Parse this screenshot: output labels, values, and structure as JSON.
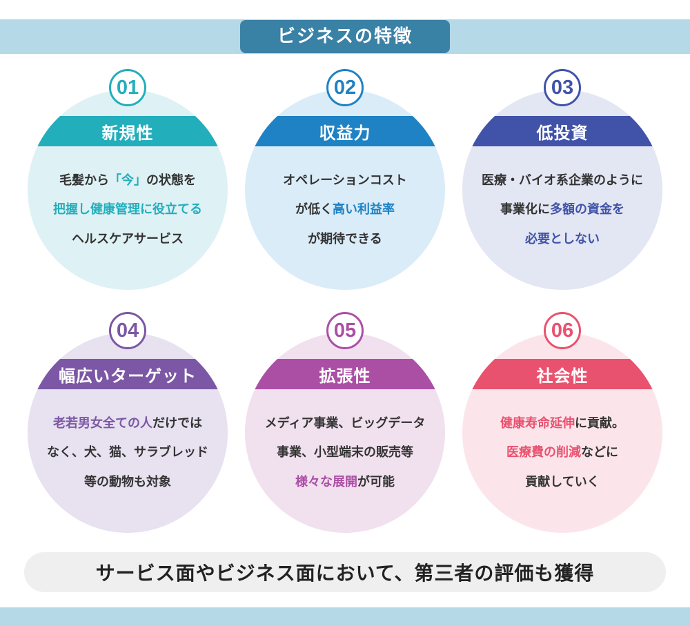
{
  "header": {
    "title": "ビジネスの特徴"
  },
  "colors": {
    "strip": "#b6d9e7",
    "title_box": "#3a81a6",
    "footer_bg": "#efefef",
    "text_dark": "#333333"
  },
  "cards": [
    {
      "number": "01",
      "title": "新規性",
      "color": "#23aebc",
      "bg": "#def1f4",
      "lines": [
        [
          {
            "t": "毛髪から",
            "a": false
          },
          {
            "t": "「今」",
            "a": true
          },
          {
            "t": "の状態を",
            "a": false
          }
        ],
        [
          {
            "t": "把握し健康管理に役立てる",
            "a": true
          }
        ],
        [
          {
            "t": "ヘルスケアサービス",
            "a": false
          }
        ]
      ]
    },
    {
      "number": "02",
      "title": "収益力",
      "color": "#1e82c4",
      "bg": "#daecf8",
      "lines": [
        [
          {
            "t": "オペレーションコスト",
            "a": false
          }
        ],
        [
          {
            "t": "が低く",
            "a": false
          },
          {
            "t": "高い利益率",
            "a": true
          }
        ],
        [
          {
            "t": "が期待できる",
            "a": false
          }
        ]
      ]
    },
    {
      "number": "03",
      "title": "低投資",
      "color": "#4053a8",
      "bg": "#e3e6f3",
      "lines": [
        [
          {
            "t": "医療・バイオ系企業のように",
            "a": false
          }
        ],
        [
          {
            "t": "事業化に",
            "a": false
          },
          {
            "t": "多額の資金を",
            "a": true
          }
        ],
        [
          {
            "t": "必要としない",
            "a": true
          }
        ]
      ]
    },
    {
      "number": "04",
      "title": "幅広いターゲット",
      "color": "#7c57a5",
      "bg": "#e7e1f0",
      "lines": [
        [
          {
            "t": "老若男女全ての人",
            "a": true
          },
          {
            "t": "だけでは",
            "a": false
          }
        ],
        [
          {
            "t": "なく、犬、猫、サラブレッド",
            "a": false
          }
        ],
        [
          {
            "t": "等の動物も対象",
            "a": false
          }
        ]
      ]
    },
    {
      "number": "05",
      "title": "拡張性",
      "color": "#ab4fa5",
      "bg": "#f1e1ee",
      "lines": [
        [
          {
            "t": "メディア事業、ビッグデータ",
            "a": false
          }
        ],
        [
          {
            "t": "事業、小型端末の販売等",
            "a": false
          }
        ],
        [
          {
            "t": "様々な展開",
            "a": true
          },
          {
            "t": "が可能",
            "a": false
          }
        ]
      ]
    },
    {
      "number": "06",
      "title": "社会性",
      "color": "#e9526f",
      "bg": "#fbe5eb",
      "lines": [
        [
          {
            "t": "健康寿命延伸",
            "a": true
          },
          {
            "t": "に貢献。",
            "a": false
          }
        ],
        [
          {
            "t": "医療費の削減",
            "a": true
          },
          {
            "t": "などに",
            "a": false
          }
        ],
        [
          {
            "t": "貢献していく",
            "a": false
          }
        ]
      ]
    }
  ],
  "footer": {
    "text": "サービス面やビジネス面において、第三者の評価も獲得"
  }
}
